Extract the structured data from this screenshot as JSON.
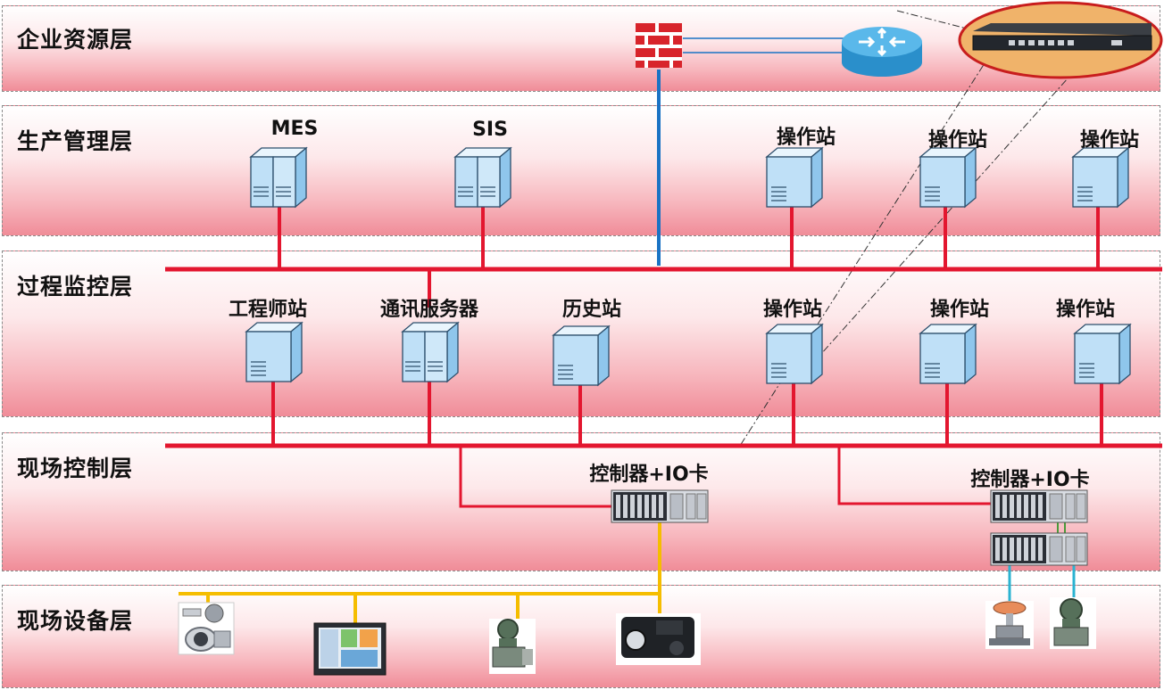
{
  "layers": [
    {
      "label": "企业资源层"
    },
    {
      "label": "生产管理层"
    },
    {
      "label": "过程监控层"
    },
    {
      "label": "现场控制层"
    },
    {
      "label": "现场设备层"
    }
  ],
  "management_nodes": [
    {
      "label": "MES"
    },
    {
      "label": "SIS"
    },
    {
      "label": "操作站"
    },
    {
      "label": "操作站"
    },
    {
      "label": "操作站"
    }
  ],
  "monitoring_nodes": [
    {
      "label": "工程师站"
    },
    {
      "label": "通讯服务器"
    },
    {
      "label": "历史站"
    },
    {
      "label": "操作站"
    },
    {
      "label": "操作站"
    },
    {
      "label": "操作站"
    }
  ],
  "controllers": [
    {
      "label": "控制器+IO卡"
    },
    {
      "label": "控制器+IO卡"
    }
  ],
  "colors": {
    "control_network": "#e3162f",
    "uplink": "#1a73c4",
    "fieldbus": "#f5bd00",
    "firewall": "#d8242b",
    "router": "#3aa3dd",
    "server_body": "#bfe0f7"
  }
}
